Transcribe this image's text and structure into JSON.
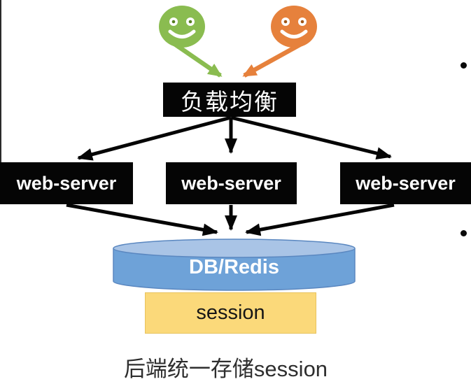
{
  "diagram": {
    "clients": [
      {
        "icon": "smiley-face-icon",
        "color": "#8abc50"
      },
      {
        "icon": "smiley-face-icon",
        "color": "#e6813c"
      }
    ],
    "load_balancer": {
      "label": "负载均衡",
      "bg": "#050505",
      "text_color": "#ffffff"
    },
    "web_servers": [
      {
        "label": "web-server"
      },
      {
        "label": "web-server"
      },
      {
        "label": "web-server"
      }
    ],
    "datastore": {
      "label": "DB/Redis",
      "body_color": "#6ea2d8",
      "top_color": "#a9c4e6",
      "stroke_color": "#5a87c0",
      "text_color": "#ffffff"
    },
    "session_store": {
      "label": "session",
      "bg": "#fbd97a",
      "text_color": "#161616"
    },
    "caption": "后端统一存储session",
    "arrow_color": "#050505",
    "bullets": [
      {
        "symbol": "•"
      },
      {
        "symbol": "•"
      }
    ]
  }
}
